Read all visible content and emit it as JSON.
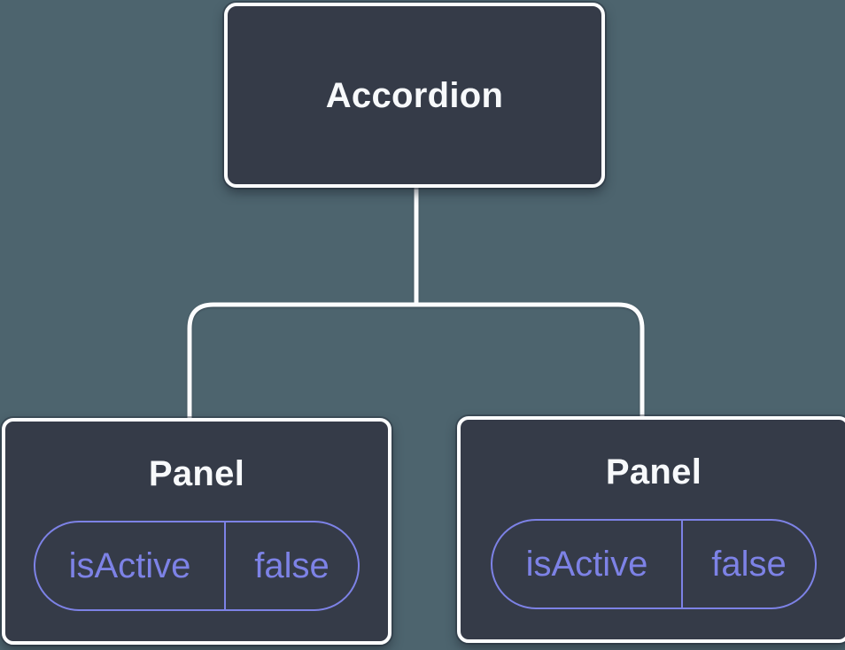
{
  "diagram": {
    "root": {
      "label": "Accordion"
    },
    "panels": [
      {
        "title": "Panel",
        "state_key": "isActive",
        "state_value": "false"
      },
      {
        "title": "Panel",
        "state_key": "isActive",
        "state_value": "false"
      }
    ]
  },
  "colors": {
    "background": "#4d646e",
    "node_fill": "#353b48",
    "node_border": "#fcfdfe",
    "connector": "#fcfdfe",
    "accent_purple": "#7d82e6",
    "title_text": "#f7f9fb"
  }
}
